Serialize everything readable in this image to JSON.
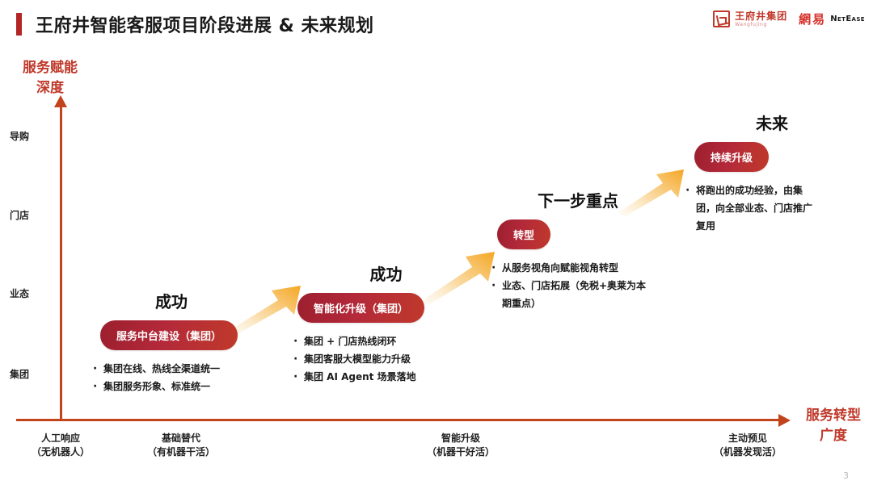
{
  "header": {
    "title": "王府井智能客服项目阶段进展 & 未来规划",
    "logo_wangfujing_cn": "王府井集团",
    "logo_wangfujing_en": "Wangfujing",
    "logo_netease_cn": "網易",
    "logo_netease_en": "NetEase",
    "accent_color": "#B22626"
  },
  "axes": {
    "y_title": "服务赋能\n深度",
    "y_title_line1": "服务赋能",
    "y_title_line2": "深度",
    "x_title_line1": "服务转型",
    "x_title_line2": "广度",
    "axis_color": "#C1441A",
    "title_color": "#C0392B",
    "y_ticks": [
      "导购",
      "门店",
      "业态",
      "集团"
    ],
    "x_ticks": [
      {
        "line1": "人工响应",
        "line2": "（无机器人）"
      },
      {
        "line1": "基础替代",
        "line2": "（有机器干活）"
      },
      {
        "line1": "智能升级",
        "line2": "（机器干好活）"
      },
      {
        "line1": "主动预见",
        "line2": "（机器发现活）"
      }
    ]
  },
  "stages": [
    {
      "heading": "成功",
      "pill": "服务中台建设（集团）",
      "bullets": [
        "集团在线、热线全渠道统一",
        "集团服务形象、标准统一"
      ]
    },
    {
      "heading": "成功",
      "pill": "智能化升级（集团）",
      "bullets": [
        "集团 + 门店热线闭环",
        "集团客服大模型能力升级",
        "集团 AI Agent 场景落地"
      ]
    },
    {
      "heading": "下一步重点",
      "pill": "转型",
      "bullets": [
        "从服务视角向赋能视角转型",
        "业态、门店拓展（免税+奥莱为本期重点）"
      ]
    },
    {
      "heading": "未来",
      "pill": "持续升级",
      "bullets": [
        "将跑出的成功经验，由集团，向全部业态、门店推广复用"
      ]
    }
  ],
  "arrow_gradient": {
    "from": "#FBE6C8",
    "to": "#F5A623"
  },
  "footer": {
    "page_number": "3"
  }
}
